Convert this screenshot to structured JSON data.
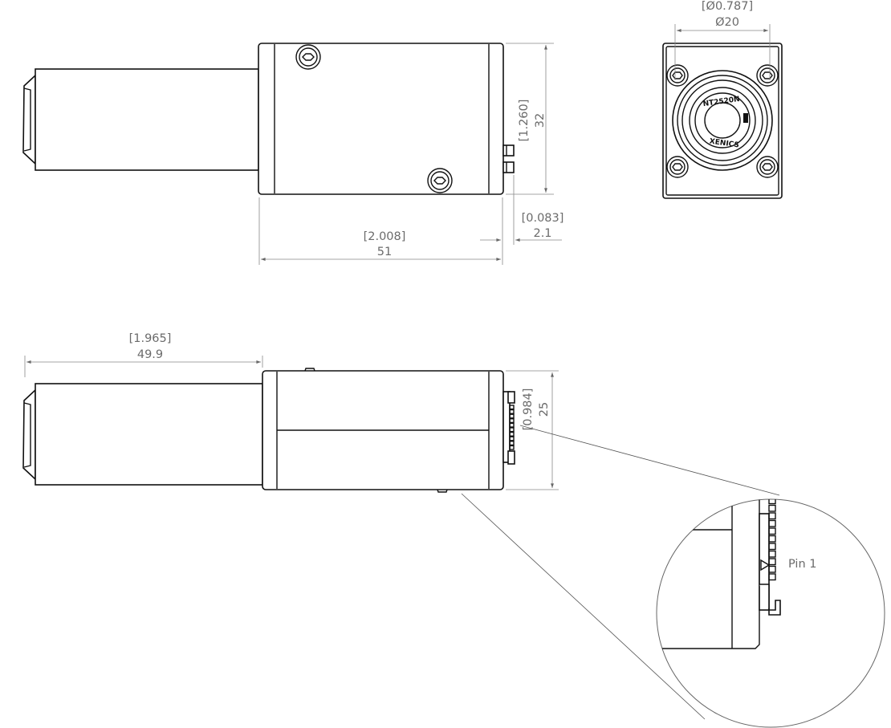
{
  "dimensions": {
    "top_width_in": "[2.008]",
    "top_width_mm": "51",
    "top_height_in": "[1.260]",
    "top_height_mm": "32",
    "connector_in": "[0.083]",
    "connector_mm": "2.1",
    "diameter_in": "[Ø0.787]",
    "diameter_mm": "Ø20",
    "lens_length_in": "[1.965]",
    "lens_length_mm": "49.9",
    "side_height_in": "[0.984]",
    "side_height_mm": "25"
  },
  "annotations": {
    "pin_label": "Pin 1",
    "brand_label": "XENICS",
    "model_label": "NT2520N"
  }
}
